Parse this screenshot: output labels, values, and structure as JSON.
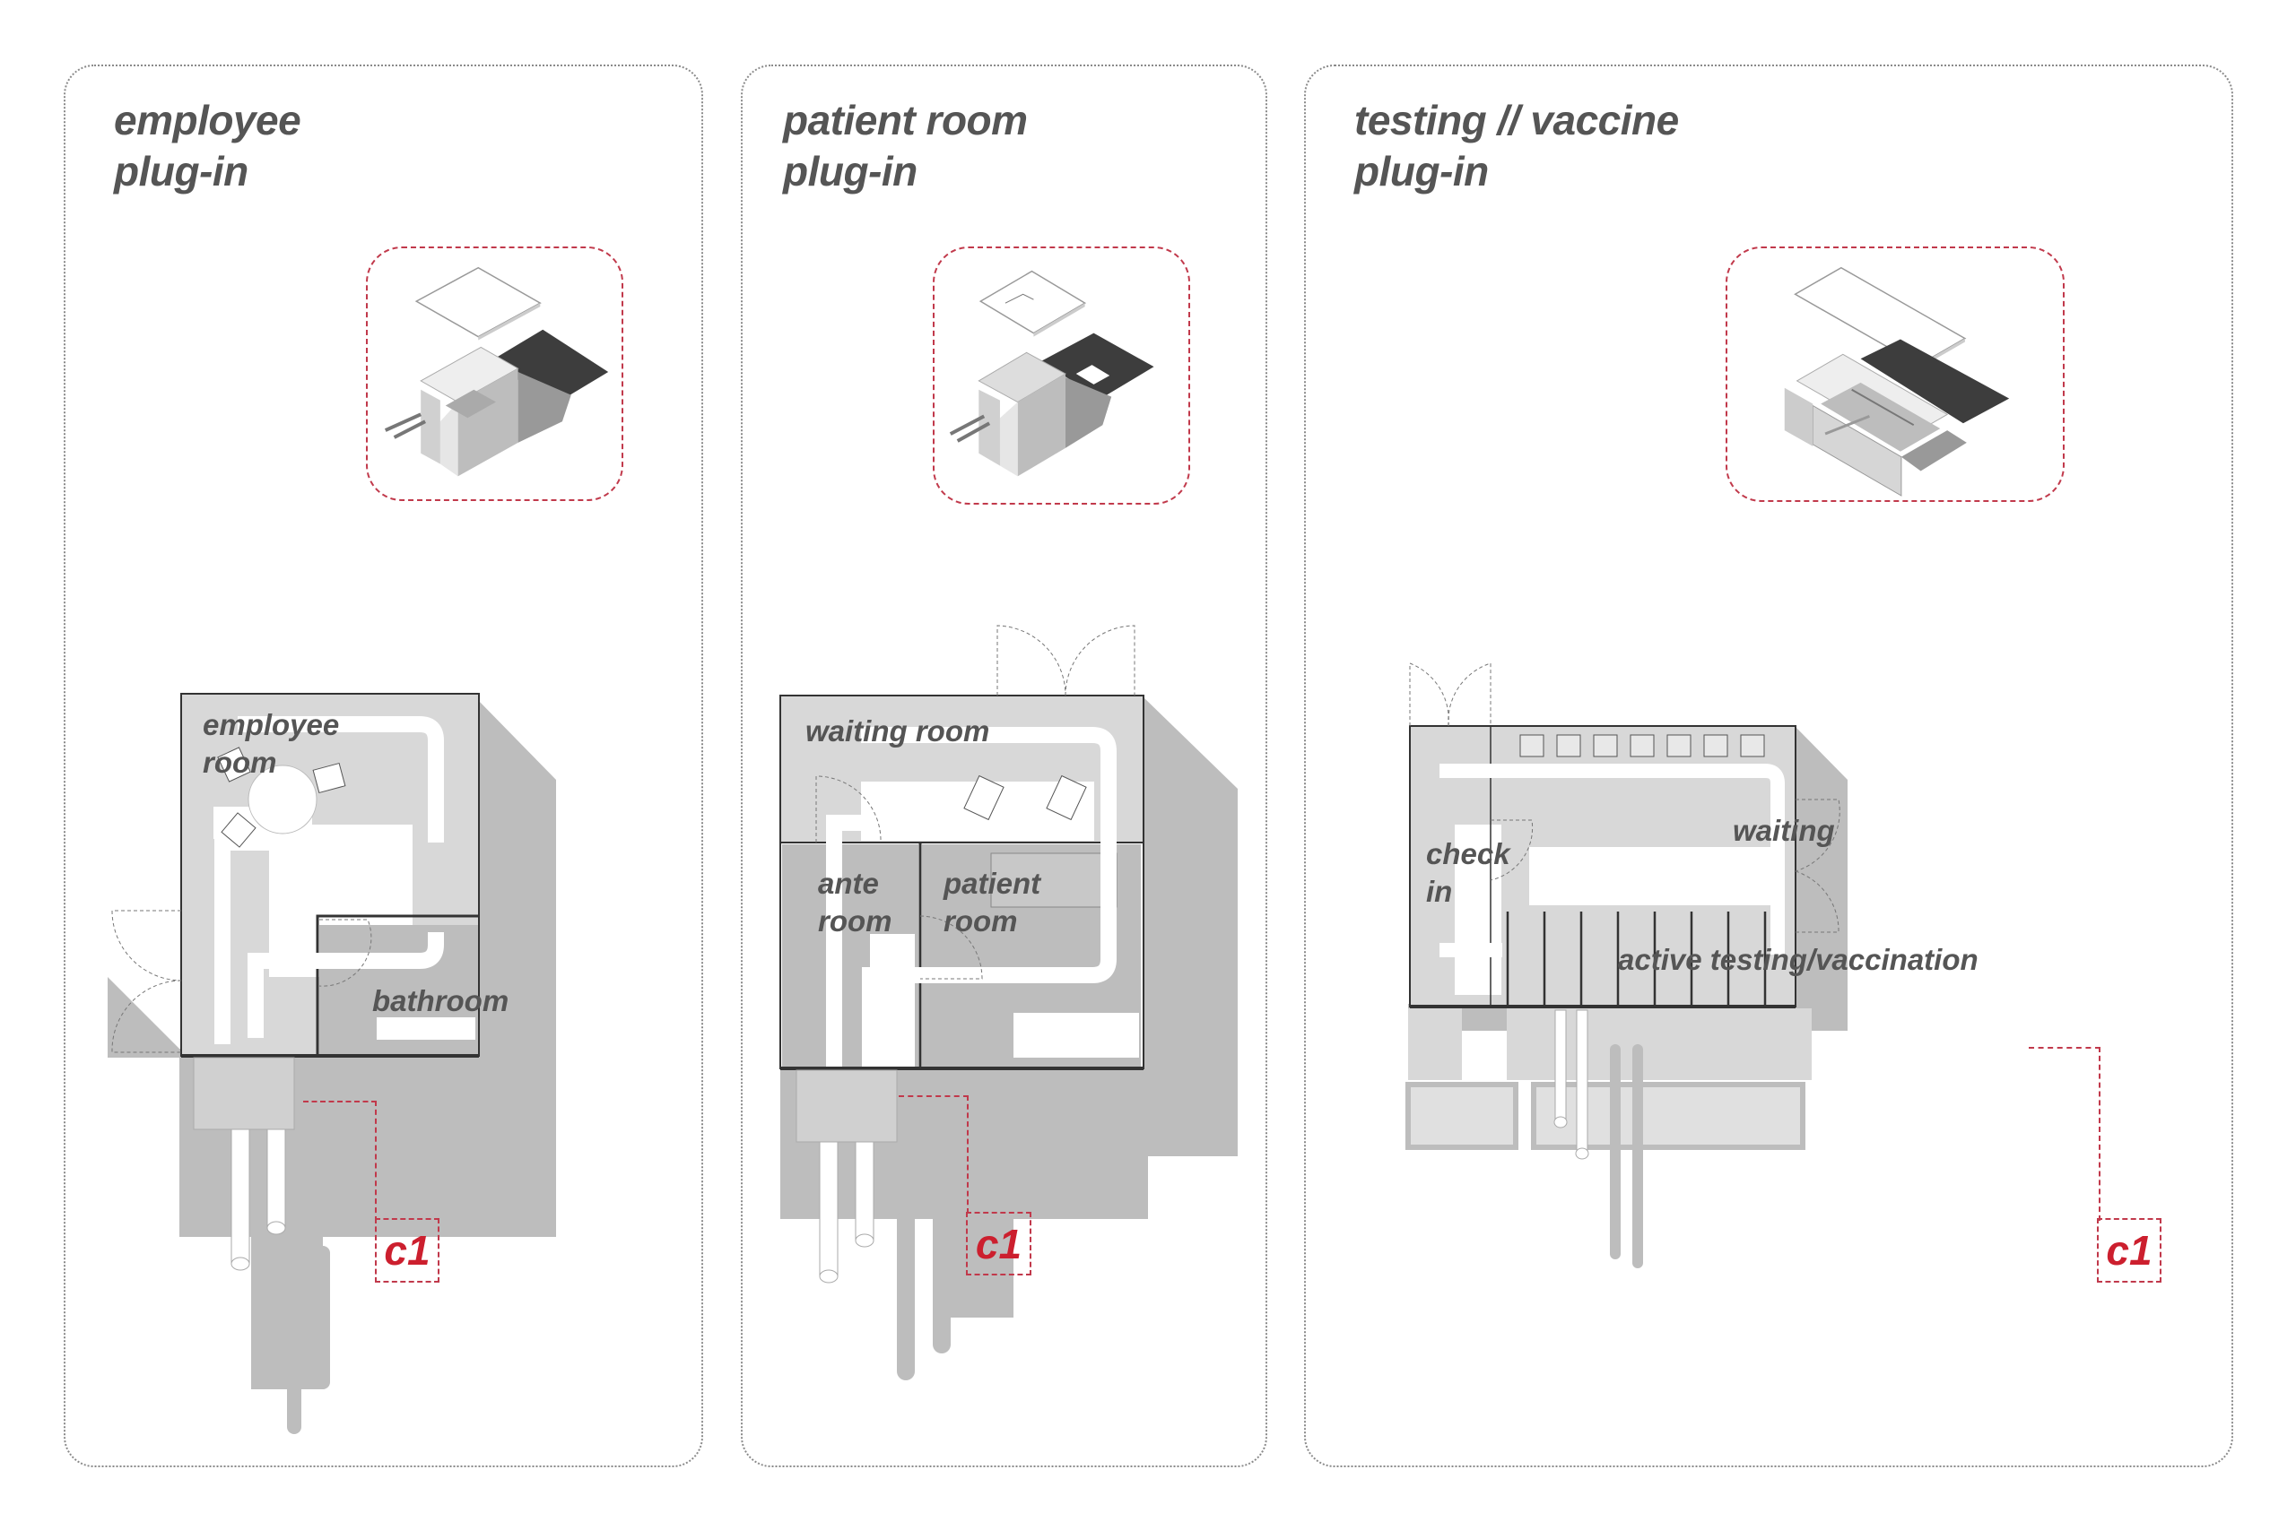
{
  "panels": [
    {
      "title": "employee\nplug-in",
      "rooms": [
        "employee\nroom",
        "bathroom"
      ],
      "callout": "c1"
    },
    {
      "title": "patient room\nplug-in",
      "rooms": [
        "waiting room",
        "ante\nroom",
        "patient\nroom"
      ],
      "callout": "c1"
    },
    {
      "title": "testing // vaccine\nplug-in",
      "rooms": [
        "check\nin",
        "waiting",
        "active testing/vaccination"
      ],
      "callout": "c1"
    }
  ],
  "colors": {
    "title_text": "#555555",
    "callout_red": "#cc1f2e",
    "dashed_outline_red": "#c1394b",
    "panel_outline": "#8a8a8a",
    "shadow_gray": "#bdbdbd",
    "floor_gray": "#d8d8d8",
    "dark_roof": "#3d3d3d"
  },
  "icons": [
    "isometric-model-thumbnail",
    "door-swing-icon",
    "chair-icon",
    "pipe-icon"
  ]
}
